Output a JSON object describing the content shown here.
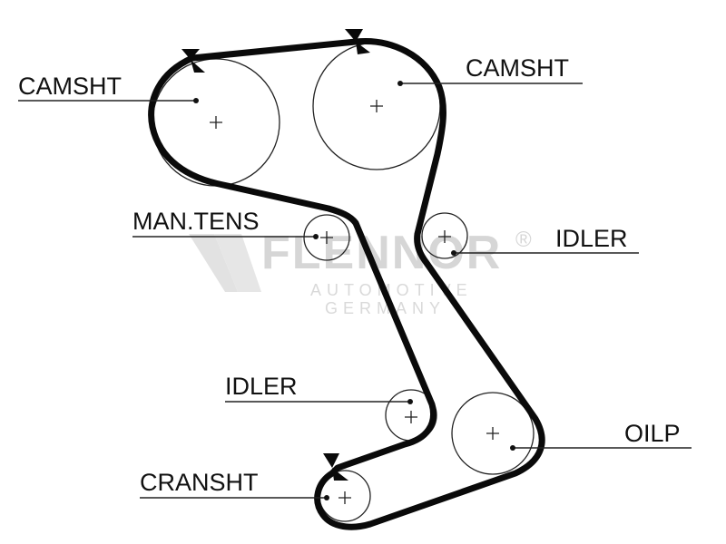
{
  "diagram": {
    "title": "Timing belt routing diagram",
    "watermark": {
      "brand": "FLENNOR",
      "registered_symbol": "®",
      "line1": "AUTOMOTIVE",
      "line2": "GERMANY"
    },
    "components": [
      {
        "id": "camshaft-left",
        "label": "CAMSHT",
        "type": "camshaft pulley"
      },
      {
        "id": "camshaft-right",
        "label": "CAMSHT",
        "type": "camshaft pulley"
      },
      {
        "id": "manual-tensioner",
        "label": "MAN.TENS",
        "type": "manual tensioner"
      },
      {
        "id": "idler-upper",
        "label": "IDLER",
        "type": "idler pulley"
      },
      {
        "id": "idler-lower",
        "label": "IDLER",
        "type": "idler pulley"
      },
      {
        "id": "oil-pump",
        "label": "OILP",
        "type": "oil pump pulley"
      },
      {
        "id": "crankshaft",
        "label": "CRANSHT",
        "type": "crankshaft pulley"
      }
    ],
    "timing_marks": 3,
    "colors": {
      "belt": "#0a0a0a",
      "line": "#222222",
      "watermark": "#d6d6d6",
      "background": "#ffffff"
    }
  }
}
